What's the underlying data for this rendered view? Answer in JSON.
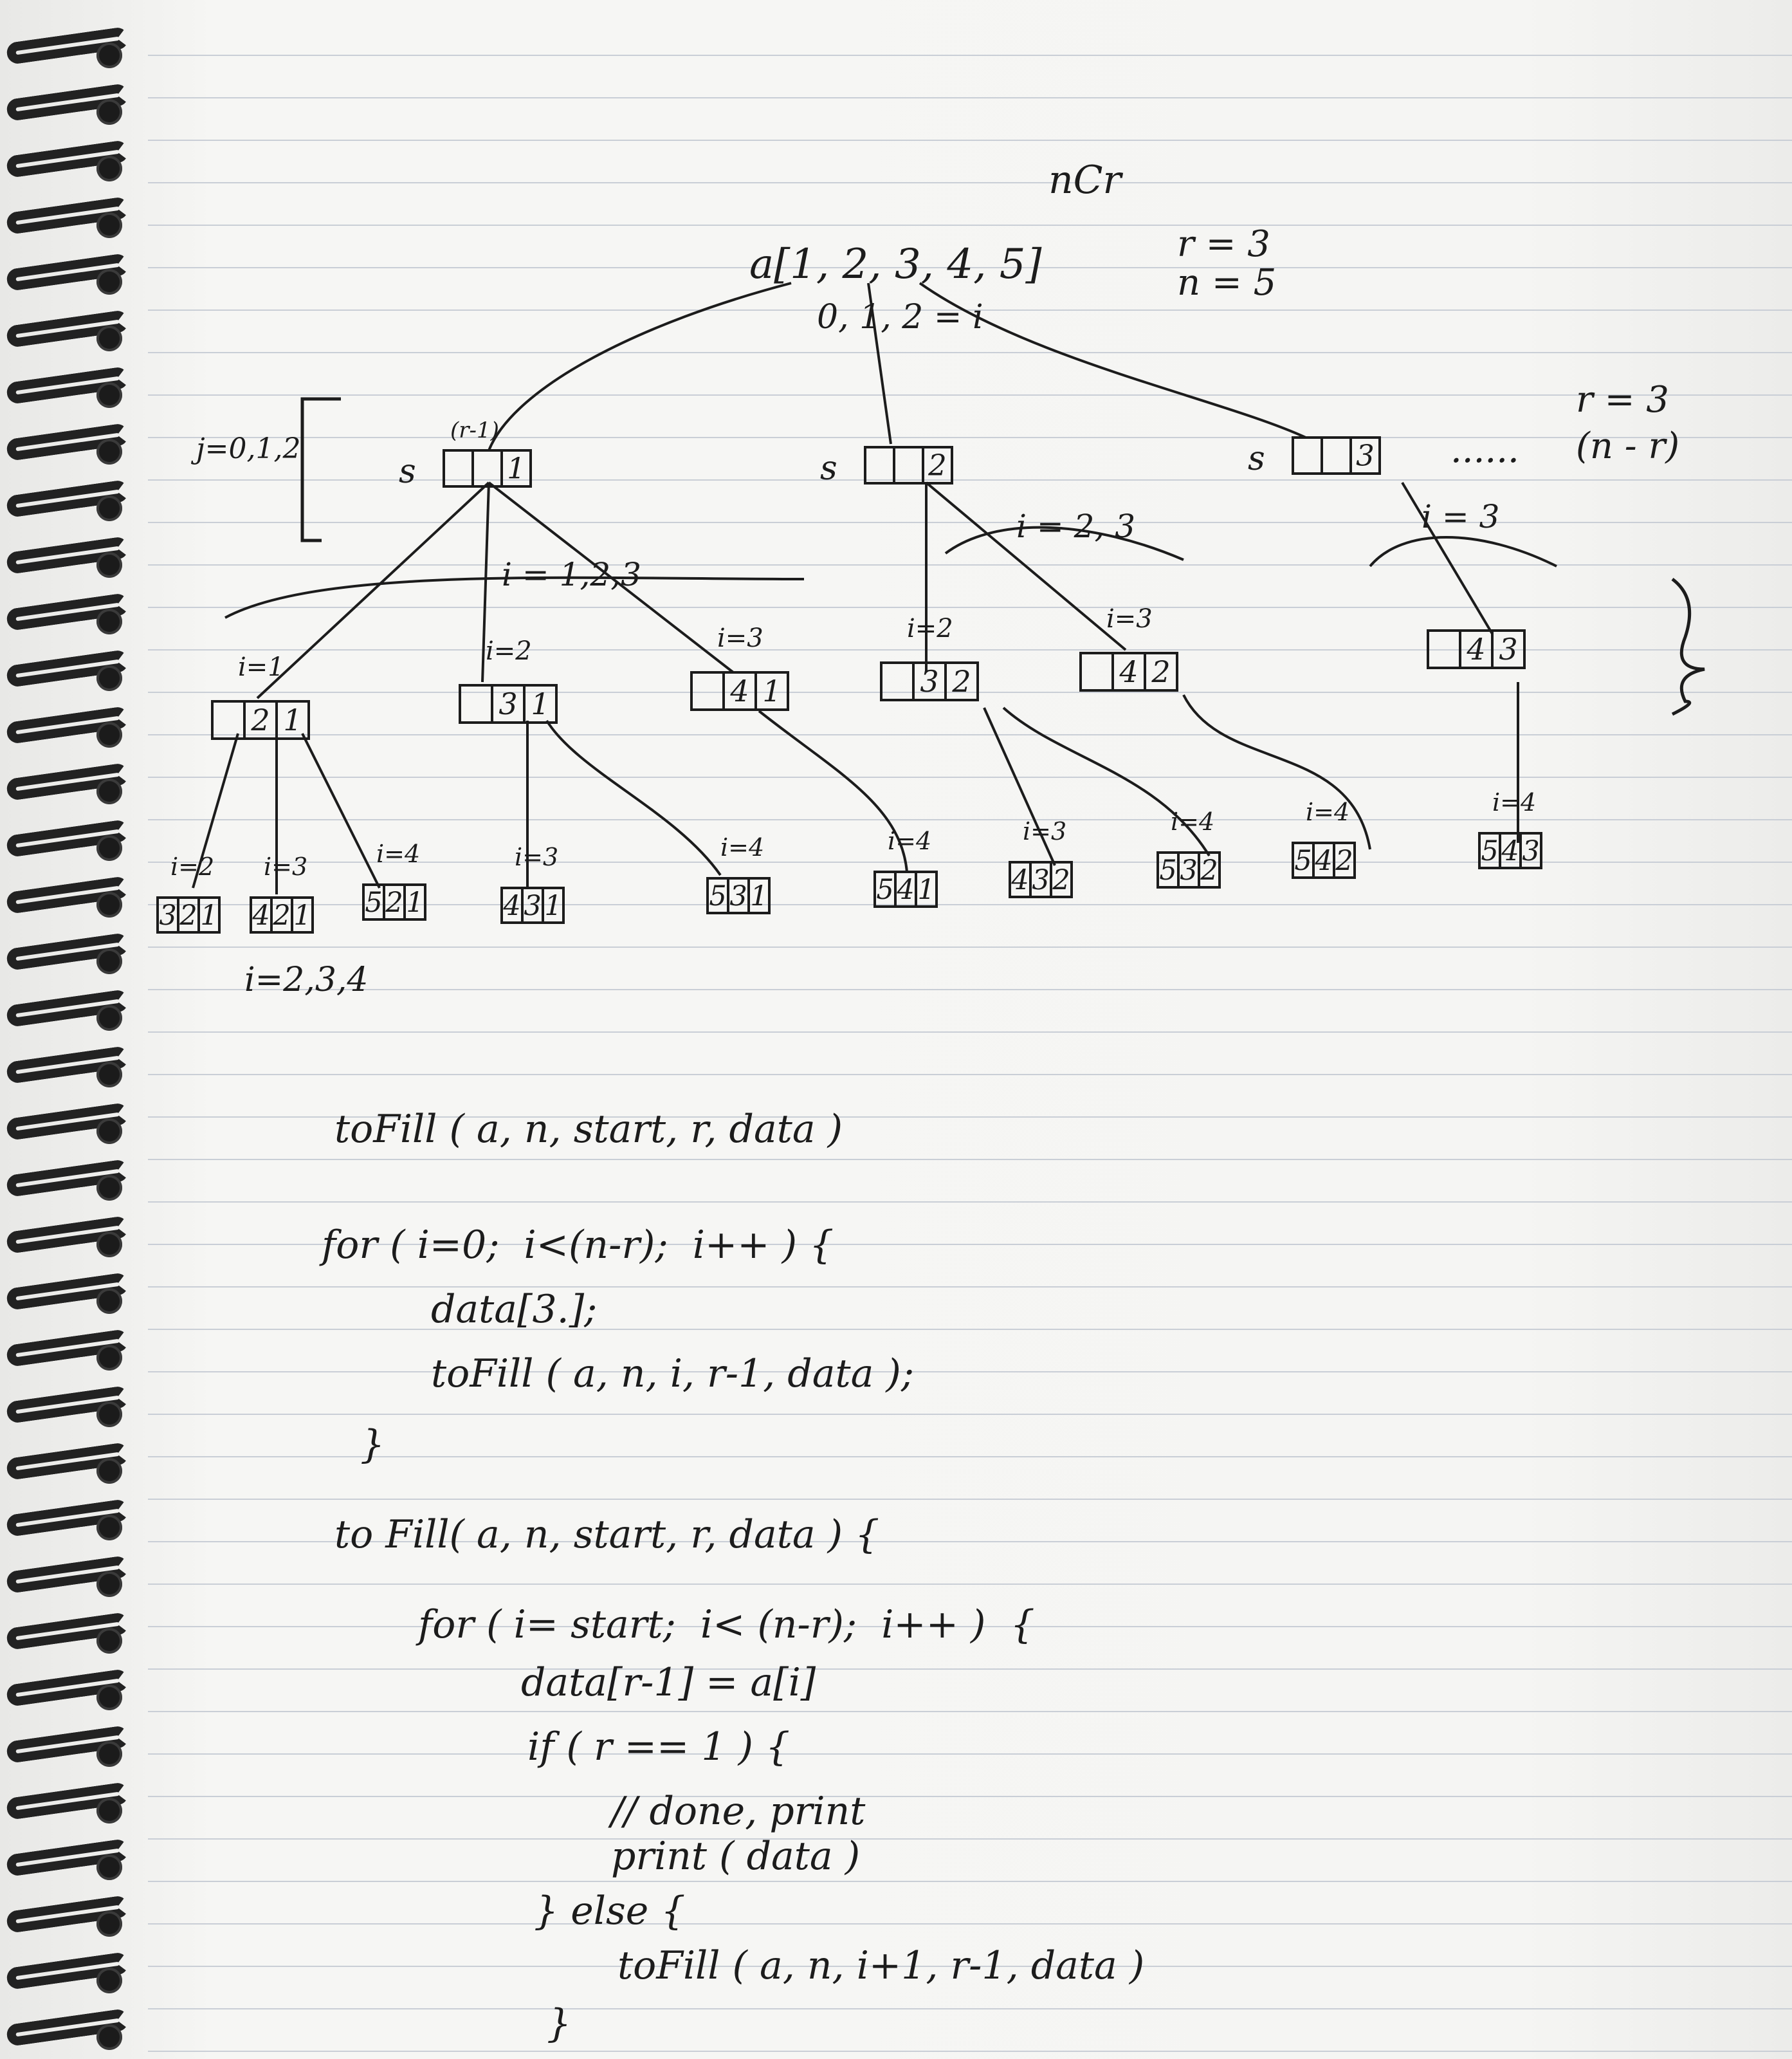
{
  "header": {
    "ncr": "nCr",
    "array": "a[1, 2, 3, 4, 5]",
    "indices": "0, 1, 2 = i",
    "r_value": "r = 3",
    "n_value": "n = 5",
    "r_side": "r = 3",
    "n_minus_r": "(n - r)",
    "j_range": "j=0,1,2",
    "dots": "......"
  },
  "tree": {
    "level1": [
      {
        "prefix": "s",
        "cells": [
          "",
          "1"
        ],
        "note": "(r-1)"
      },
      {
        "prefix": "s",
        "cells": [
          "",
          "2"
        ]
      },
      {
        "prefix": "s",
        "cells": [
          "",
          "3"
        ]
      }
    ],
    "level1_labels": [
      "i = 1,2,3",
      "i = 2, 3",
      "i = 3"
    ],
    "level2": [
      {
        "cells": [
          "",
          "2",
          "1"
        ],
        "label": "i=1"
      },
      {
        "cells": [
          "3",
          "1"
        ],
        "label": "i=2"
      },
      {
        "cells": [
          "",
          "4",
          "1"
        ],
        "label": "i=3"
      },
      {
        "cells": [
          "",
          "3",
          "2"
        ],
        "label": "i=2"
      },
      {
        "cells": [
          "",
          "4",
          "2"
        ],
        "label": "i=3"
      },
      {
        "cells": [
          "",
          "4",
          "3"
        ],
        "label": ""
      }
    ],
    "level3": [
      {
        "cells": [
          "3",
          "2",
          "1"
        ],
        "label": "i=2"
      },
      {
        "cells": [
          "4",
          "2",
          "1"
        ],
        "label": "i=3"
      },
      {
        "cells": [
          "5",
          "2",
          "1"
        ],
        "label": "i=4"
      },
      {
        "cells": [
          "4",
          "3",
          "1"
        ],
        "label": "i=3"
      },
      {
        "cells": [
          "5",
          "3",
          "1"
        ],
        "label": "i=4"
      },
      {
        "cells": [
          "5",
          "4",
          "1"
        ],
        "label": "i=4"
      },
      {
        "cells": [
          "4",
          "3",
          "2"
        ],
        "label": "i=3"
      },
      {
        "cells": [
          "5",
          "3",
          "2"
        ],
        "label": "i=4"
      },
      {
        "cells": [
          "5",
          "4",
          "2"
        ],
        "label": "i=4"
      },
      {
        "cells": [
          "5",
          "4",
          "3"
        ],
        "label": "i=4"
      }
    ],
    "bottom_note": "i=2,3,4"
  },
  "code": {
    "line1": "toFill ( a, n, start, r, data )",
    "line2": "for ( i=0;  i<(n-r);  i++ ) {",
    "line3": "data[3.];",
    "line4": "toFill ( a, n, i, r-1, data );",
    "line5": "}",
    "line6": "to Fill( a, n, start, r, data ) {",
    "line7": "for ( i= start;  i< (n-r);  i++ )  {",
    "line8": "data[r-1] = a[i]",
    "line9": "if ( r == 1 ) {",
    "line10": "// done, print",
    "line11": "print ( data )",
    "line12": "} else {",
    "line13": "toFill ( a, n, i+1, r-1, data )",
    "line14": "}"
  }
}
